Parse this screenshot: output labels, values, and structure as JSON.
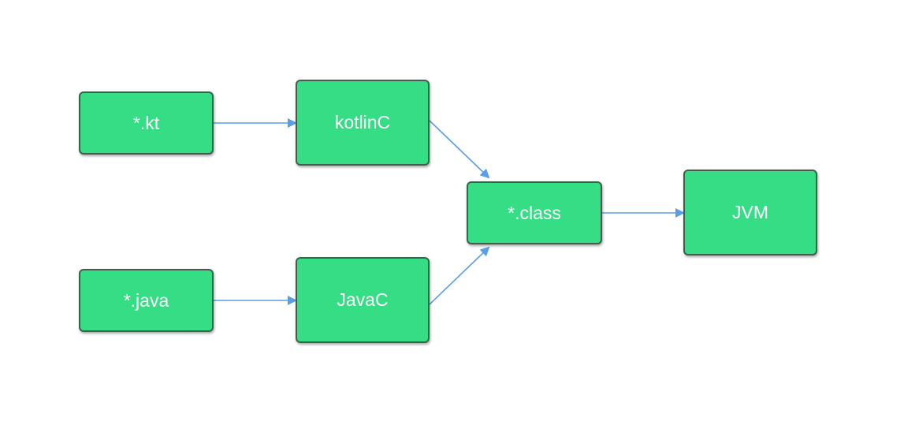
{
  "colors": {
    "node_fill": "#35de85",
    "node_text": "#ffffff",
    "edge": "#5b9ee8"
  },
  "nodes": {
    "kt": "*.kt",
    "java": "*.java",
    "kotlinc": "kotlinC",
    "javac": "JavaC",
    "class": "*.class",
    "jvm": "JVM"
  },
  "edges": [
    {
      "from": "kt",
      "to": "kotlinc"
    },
    {
      "from": "java",
      "to": "javac"
    },
    {
      "from": "kotlinc",
      "to": "class"
    },
    {
      "from": "javac",
      "to": "class"
    },
    {
      "from": "class",
      "to": "jvm"
    }
  ]
}
